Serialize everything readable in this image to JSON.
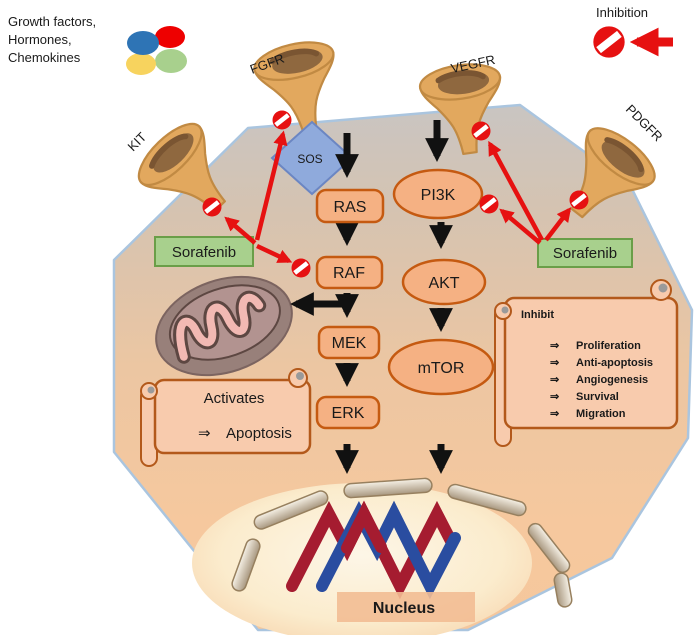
{
  "header": {
    "growth_lines": [
      "Growth factors,",
      "Hormones,",
      "Chemokines"
    ],
    "inhibition_label": "Inhibition"
  },
  "receptors": {
    "kit": "KIT",
    "fgfr": "FGFR",
    "vegfr": "VEGFR",
    "pdgfr": "PDGFR"
  },
  "pathway_nodes": {
    "sos": "SOS",
    "ras": "RAS",
    "raf": "RAF",
    "mek": "MEK",
    "erk": "ERK",
    "pi3k": "PI3K",
    "akt": "AKT",
    "mtor": "mTOR"
  },
  "drug": {
    "left_label": "Sorafenib",
    "right_label": "Sorafenib"
  },
  "activates_scroll": {
    "title": "Activates",
    "arrow_glyph": "⇒",
    "item": "Apoptosis"
  },
  "inhibit_scroll": {
    "title": "Inhibit",
    "arrow_glyph": "⇒",
    "items": [
      "Proliferation",
      "Anti-apoptosis",
      "Angiogenesis",
      "Survival",
      "Migration"
    ]
  },
  "nucleus": {
    "label": "Nucleus"
  },
  "colors": {
    "node_fill": "#f5b183",
    "node_stroke": "#c55a11",
    "scroll_fill": "#f8cbad",
    "drug_fill": "#a8d08d",
    "drug_stroke": "#6a9e48",
    "sos_fill": "#8faadc",
    "sos_stroke": "#6b86c3",
    "membrane_stroke": "#aac5df",
    "inhibition_red": "#e61111",
    "dna_red": "#a51c30",
    "dna_blue": "#2a4da0",
    "receptor_fill": "#e2a85e",
    "cell_top_gray": "#c9c5c2",
    "cell_bottom_peach": "#f5c79c"
  }
}
